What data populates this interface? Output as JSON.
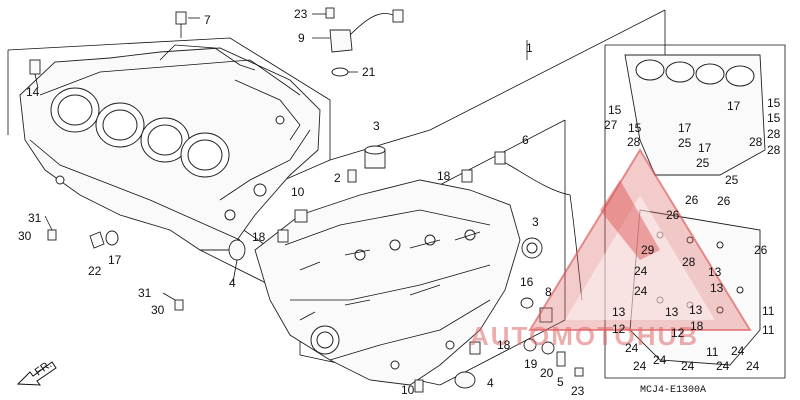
{
  "diagram": {
    "code": "MCJ4-E1300A",
    "direction_arrow_label": "FR.",
    "watermark_text": "AUTOMOTOHUB",
    "colors": {
      "line": "#111111",
      "watermark": "#e06a6a"
    },
    "callouts": {
      "c1": "1",
      "c2": "2",
      "c3a": "3",
      "c3b": "3",
      "c4a": "4",
      "c4b": "4",
      "c5": "5",
      "c6": "6",
      "c7": "7",
      "c8": "8",
      "c9": "9",
      "c10a": "10",
      "c10b": "10",
      "c11a": "11",
      "c11b": "11",
      "c11c": "11",
      "c12a": "12",
      "c12b": "12",
      "c13a": "13",
      "c13b": "13",
      "c13c": "13",
      "c13d": "13",
      "c13e": "13",
      "c14": "14",
      "c15a": "15",
      "c15b": "15",
      "c15c": "15",
      "c15d": "15",
      "c16": "16",
      "c17a": "17",
      "c17b": "17",
      "c17c": "17",
      "c17d": "17",
      "c18a": "18",
      "c18b": "18",
      "c18c": "18",
      "c18d": "18",
      "c19": "19",
      "c20": "20",
      "c21": "21",
      "c22": "22",
      "c23a": "23",
      "c23b": "23",
      "c24a": "24",
      "c24b": "24",
      "c24c": "24",
      "c24d": "24",
      "c24e": "24",
      "c24f": "24",
      "c24g": "24",
      "c24h": "24",
      "c24i": "24",
      "c25a": "25",
      "c25b": "25",
      "c25c": "25",
      "c26a": "26",
      "c26b": "26",
      "c26c": "26",
      "c26d": "26",
      "c27": "27",
      "c28a": "28",
      "c28b": "28",
      "c28c": "28",
      "c28d": "28",
      "c28e": "28",
      "c29": "29",
      "c30a": "30",
      "c30b": "30",
      "c31a": "31",
      "c31b": "31"
    }
  }
}
